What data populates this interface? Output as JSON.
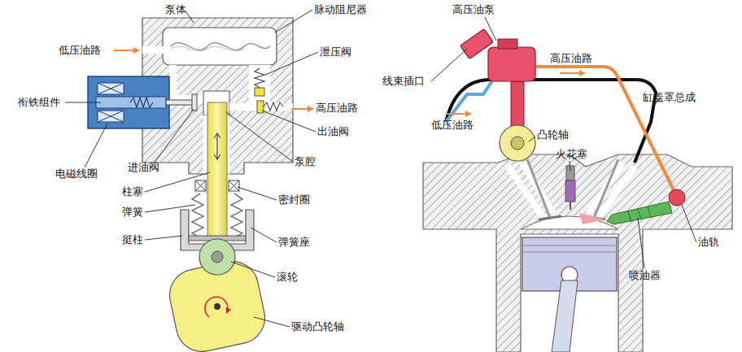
{
  "diagram": {
    "labels": [
      "泵体",
      "脉动阻尼器",
      "低压油路",
      "泄压阀",
      "衔铁组件",
      "高压油路",
      "出油阀",
      "进油阀",
      "电磁线圈",
      "泵腔",
      "柱塞",
      "弹簧",
      "密封圈",
      "挺柱",
      "弹簧座",
      "滚轮",
      "驱动凸轮轴",
      "高压油泵",
      "高压油路",
      "线束插口",
      "缸盖罩总成",
      "凸轮轴",
      "低压油路",
      "火花塞",
      "油轨",
      "喷油器"
    ]
  }
}
